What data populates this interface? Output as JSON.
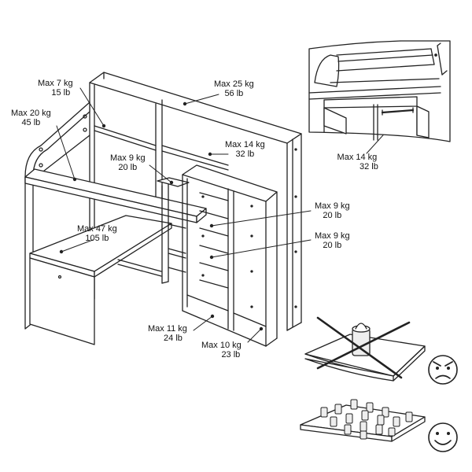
{
  "labels": [
    {
      "id": "shelf-top-left",
      "kg": "Max 7 kg",
      "lb": "15 lb"
    },
    {
      "id": "top-shelf",
      "kg": "Max 25 kg",
      "lb": "56 lb"
    },
    {
      "id": "side-rail",
      "kg": "Max 20 kg",
      "lb": "45 lb"
    },
    {
      "id": "middle-shelf",
      "kg": "Max 14 kg",
      "lb": "32 lb"
    },
    {
      "id": "small-shelf",
      "kg": "Max 9 kg",
      "lb": "20 lb"
    },
    {
      "id": "inner-shelf-upper",
      "kg": "Max 9 kg",
      "lb": "20 lb"
    },
    {
      "id": "inner-shelf-lower",
      "kg": "Max 9 kg",
      "lb": "20 lb"
    },
    {
      "id": "desk-surface",
      "kg": "Max 47 kg",
      "lb": "105 lb"
    },
    {
      "id": "wardrobe-floor-left",
      "kg": "Max 11 kg",
      "lb": "24 lb"
    },
    {
      "id": "wardrobe-floor-right",
      "kg": "Max 10 kg",
      "lb": "23 lb"
    },
    {
      "id": "hanging-rail",
      "kg": "Max 14 kg",
      "lb": "32 lb"
    }
  ]
}
